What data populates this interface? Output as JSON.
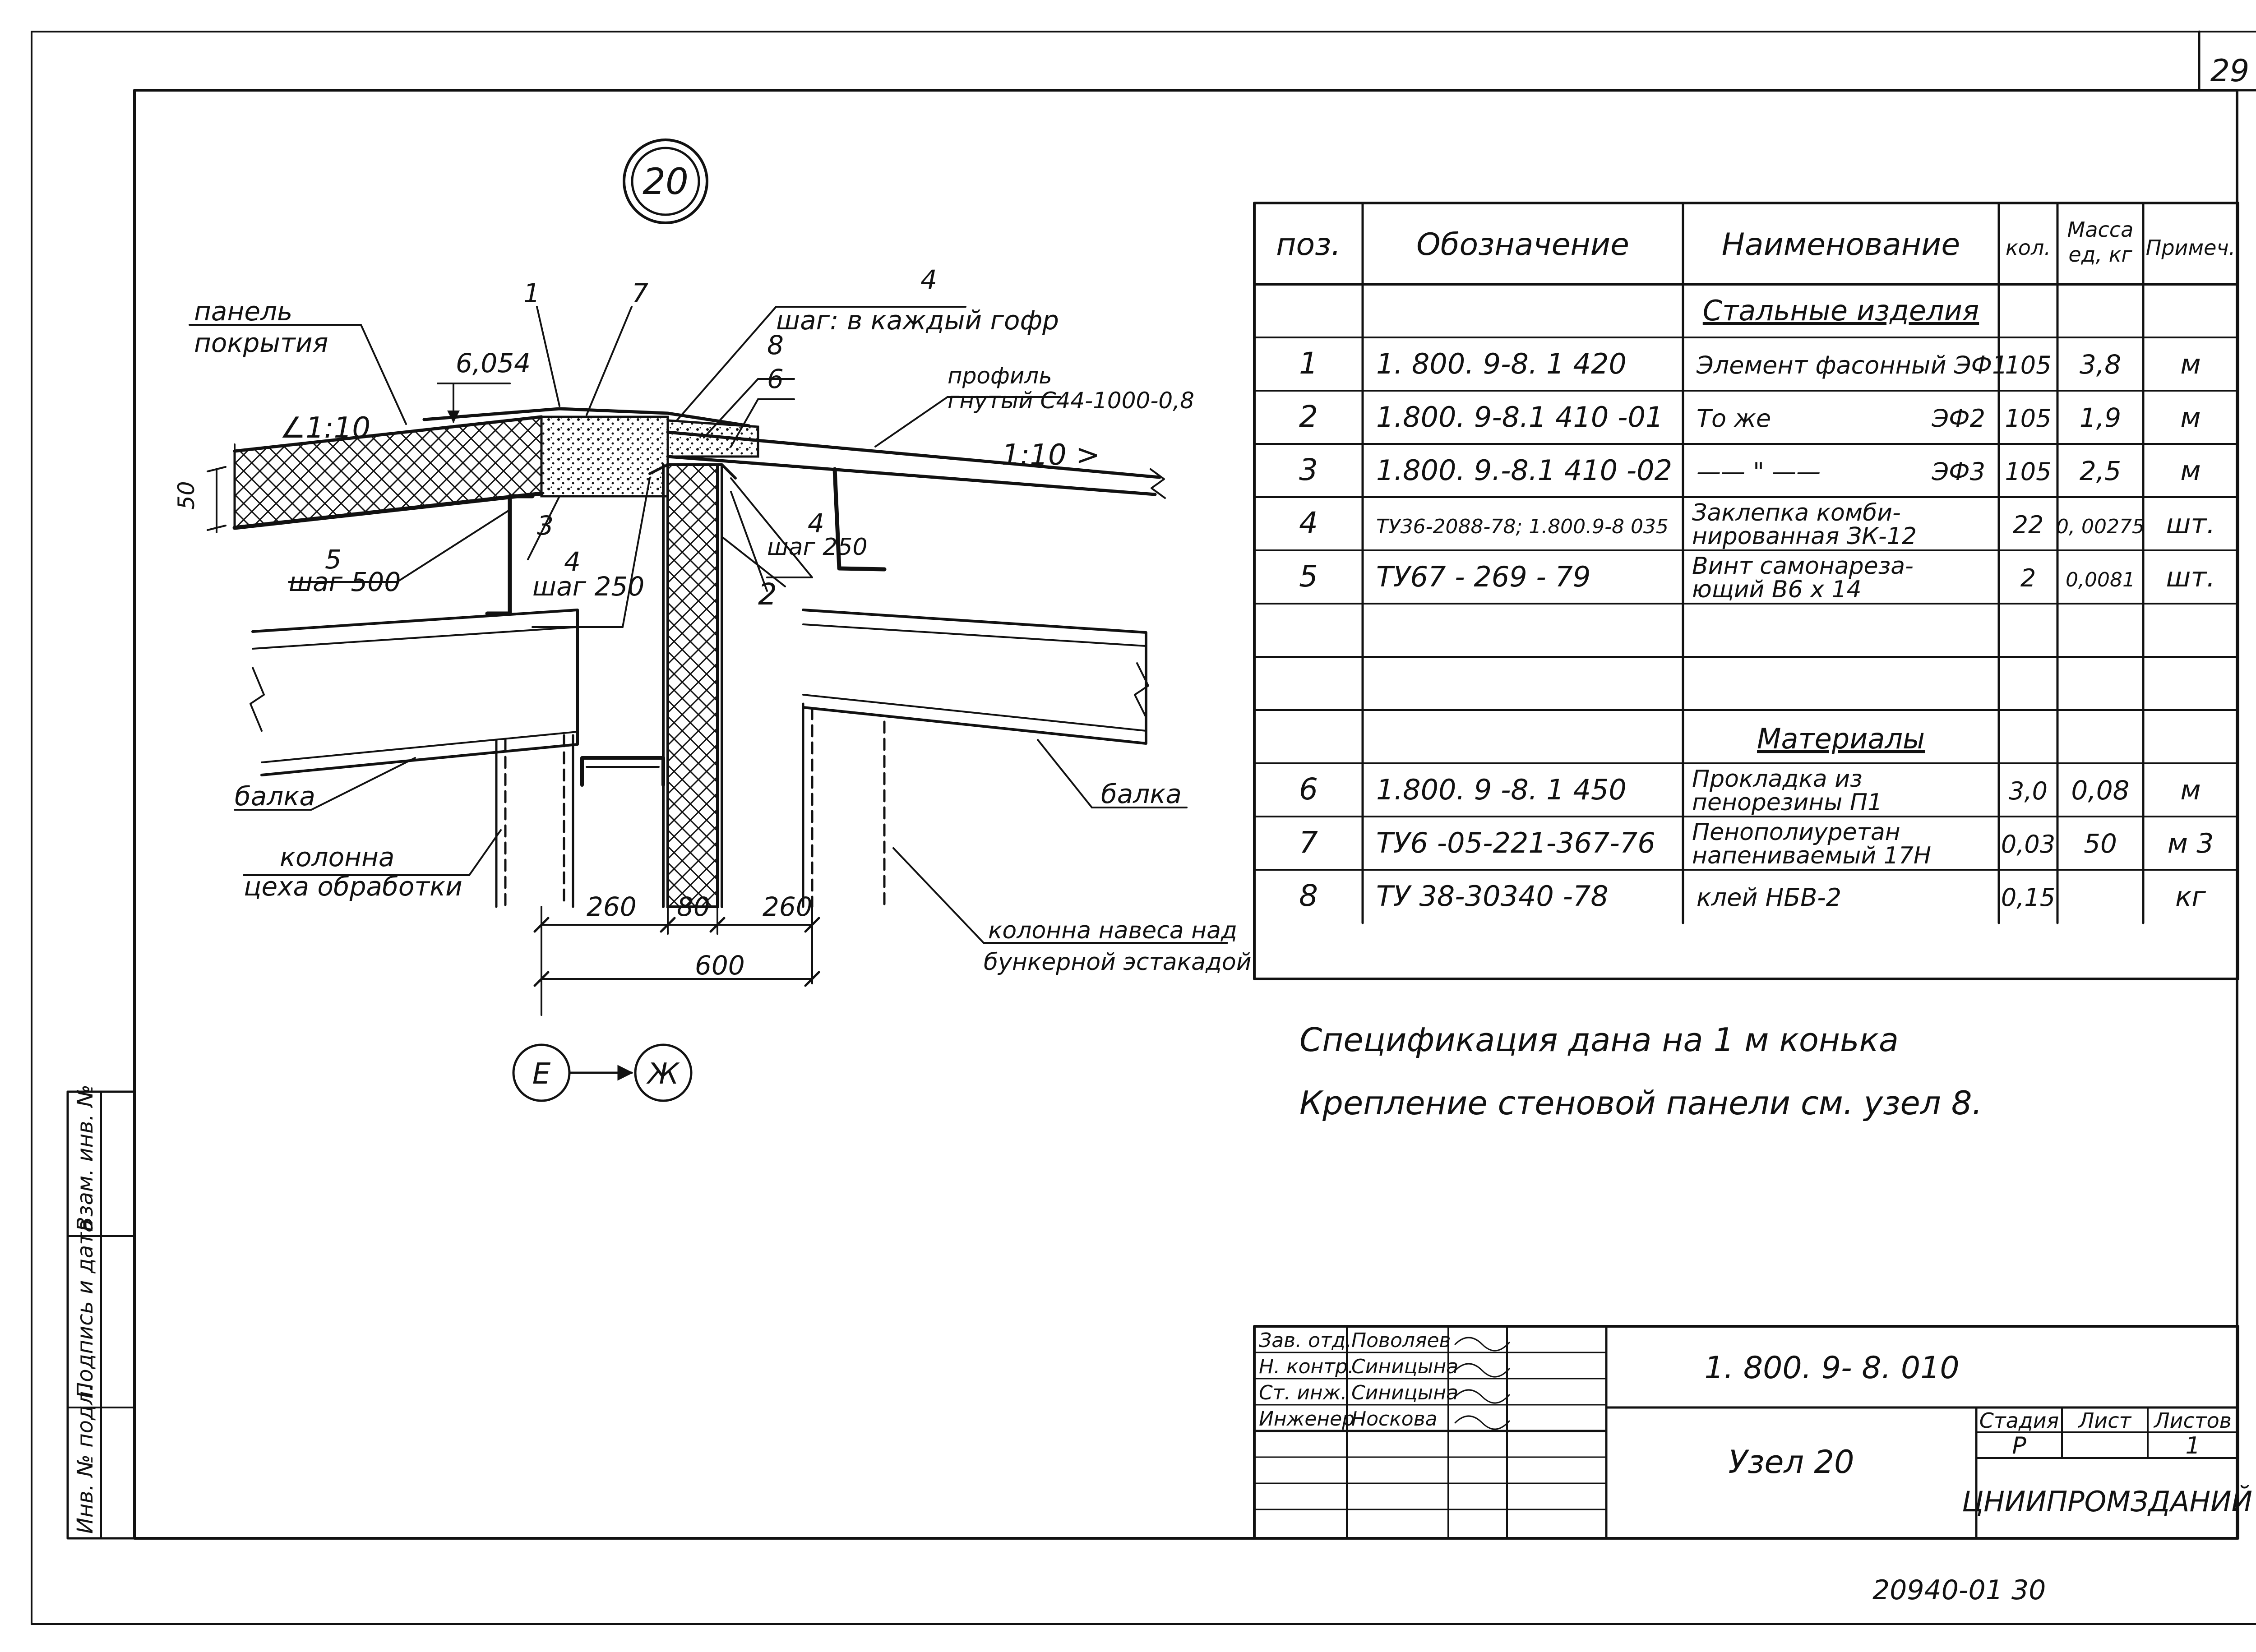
{
  "sheet_number": "29",
  "node_label": "20",
  "drawing": {
    "labels": [
      {
        "id": "panel-line1",
        "text": "панель"
      },
      {
        "id": "panel-line2",
        "text": "покрытия"
      },
      {
        "id": "callout-1",
        "text": "1"
      },
      {
        "id": "callout-7",
        "text": "7"
      },
      {
        "id": "callout-4-top",
        "text": "4"
      },
      {
        "id": "step-every-corrugation",
        "text": "шаг: в каждый гофр"
      },
      {
        "id": "callout-8",
        "text": "8"
      },
      {
        "id": "callout-6",
        "text": "6"
      },
      {
        "id": "profile-line1",
        "text": "профиль"
      },
      {
        "id": "profile-line2",
        "text": "гнутый С44-1000-0,8"
      },
      {
        "id": "elevation",
        "text": "6,054"
      },
      {
        "id": "slope-left",
        "text": "∠1:10"
      },
      {
        "id": "slope-right",
        "text": "1:10 >"
      },
      {
        "id": "dim-50",
        "text": "50"
      },
      {
        "id": "callout-5",
        "text": "5"
      },
      {
        "id": "step-500",
        "text": "шаг 500"
      },
      {
        "id": "callout-3",
        "text": "3"
      },
      {
        "id": "callout-4-mid",
        "text": "4"
      },
      {
        "id": "step-250-mid",
        "text": "шаг 250"
      },
      {
        "id": "callout-4-right",
        "text": "4"
      },
      {
        "id": "step-250-right",
        "text": "шаг 250"
      },
      {
        "id": "callout-2",
        "text": "2"
      },
      {
        "id": "beam-left",
        "text": "балка"
      },
      {
        "id": "beam-right",
        "text": "балка"
      },
      {
        "id": "column-left-line1",
        "text": "колонна"
      },
      {
        "id": "column-left-line2",
        "text": "цеха обработки"
      },
      {
        "id": "dim-260-left",
        "text": "260"
      },
      {
        "id": "dim-80",
        "text": "80"
      },
      {
        "id": "dim-260-right",
        "text": "260"
      },
      {
        "id": "dim-600",
        "text": "600"
      },
      {
        "id": "column-right-line1",
        "text": "колонна навеса над"
      },
      {
        "id": "column-right-line2",
        "text": "бункерной эстакадой"
      },
      {
        "id": "axis-e",
        "text": "Е"
      },
      {
        "id": "axis-zh",
        "text": "Ж"
      }
    ]
  },
  "spec_table": {
    "headers": {
      "pos": "поз.",
      "designation": "Обозначение",
      "name": "Наименование",
      "qty": "кол.",
      "mass_line1": "Масса",
      "mass_line2": "ед, кг",
      "note": "Примеч."
    },
    "section_steel": "Стальные изделия",
    "section_materials": "Материалы",
    "rows": [
      {
        "row": 1,
        "pos": "1",
        "designation": "1. 800. 9-8. 1 420",
        "name1": "Элемент фасонный ЭФ1",
        "name2": "",
        "qty": "105",
        "mass": "3,8",
        "note": "м"
      },
      {
        "row": 2,
        "pos": "2",
        "designation": "1.800. 9-8.1 410 -01",
        "name1": "То же",
        "name2": "ЭФ2",
        "qty": "105",
        "mass": "1,9",
        "note": "м"
      },
      {
        "row": 3,
        "pos": "3",
        "designation": "1.800. 9.-8.1 410 -02",
        "name1": "—— \" ——",
        "name2": "ЭФ3",
        "qty": "105",
        "mass": "2,5",
        "note": "м"
      },
      {
        "row": 4,
        "pos": "4",
        "designation": "ТУ36-2088-78; 1.800.9-8 035",
        "name1": "Заклепка комби-",
        "name2": "нированная ЗК-12",
        "qty": "22",
        "mass": "0, 00275",
        "note": "шт."
      },
      {
        "row": 5,
        "pos": "5",
        "designation": "ТУ67 - 269 - 79",
        "name1": "Винт самонареза-",
        "name2": "ющий В6 х 14",
        "qty": "2",
        "mass": "0,0081",
        "note": "шт."
      },
      {
        "row": 9,
        "pos": "6",
        "designation": "1.800. 9 -8. 1 450",
        "name1": "Прокладка из",
        "name2": "пенорезины П1",
        "qty": "3,0",
        "mass": "0,08",
        "note": "м"
      },
      {
        "row": 10,
        "pos": "7",
        "designation": "ТУ6 -05-221-367-76",
        "name1": "Пенополиуретан",
        "name2": "напениваемый 17Н",
        "qty": "0,03",
        "mass": "50",
        "note": "м 3"
      },
      {
        "row": 11,
        "pos": "8",
        "designation": "ТУ 38-30340 -78",
        "name1": "клей НБВ-2",
        "name2": "",
        "qty": "0,15",
        "mass": "",
        "note": "кг"
      }
    ]
  },
  "notes": [
    "Спецификация дана на 1 м конька",
    "Крепление стеновой панели см. узел 8."
  ],
  "side_stamp": [
    "Инв. № подл.",
    "Подпись и дата",
    "Взам. инв. №"
  ],
  "title_block": {
    "signatures": [
      {
        "role": "Зав. отд.",
        "name": "Поволяев"
      },
      {
        "role": "Н. контр.",
        "name": "Синицына"
      },
      {
        "role": "Ст. инж.",
        "name": "Синицына"
      },
      {
        "role": "Инженер",
        "name": "Носкова"
      }
    ],
    "doc_code": "1. 800. 9- 8. 010",
    "sheet_title": "Узел 20",
    "stage_label": "Стадия",
    "sheet_label": "Лист",
    "sheets_label": "Листов",
    "stage": "Р",
    "sheet": "",
    "sheets": "1",
    "org": "ЦНИИПРОМЗДАНИЙ"
  },
  "archive_number": "20940-01 30"
}
